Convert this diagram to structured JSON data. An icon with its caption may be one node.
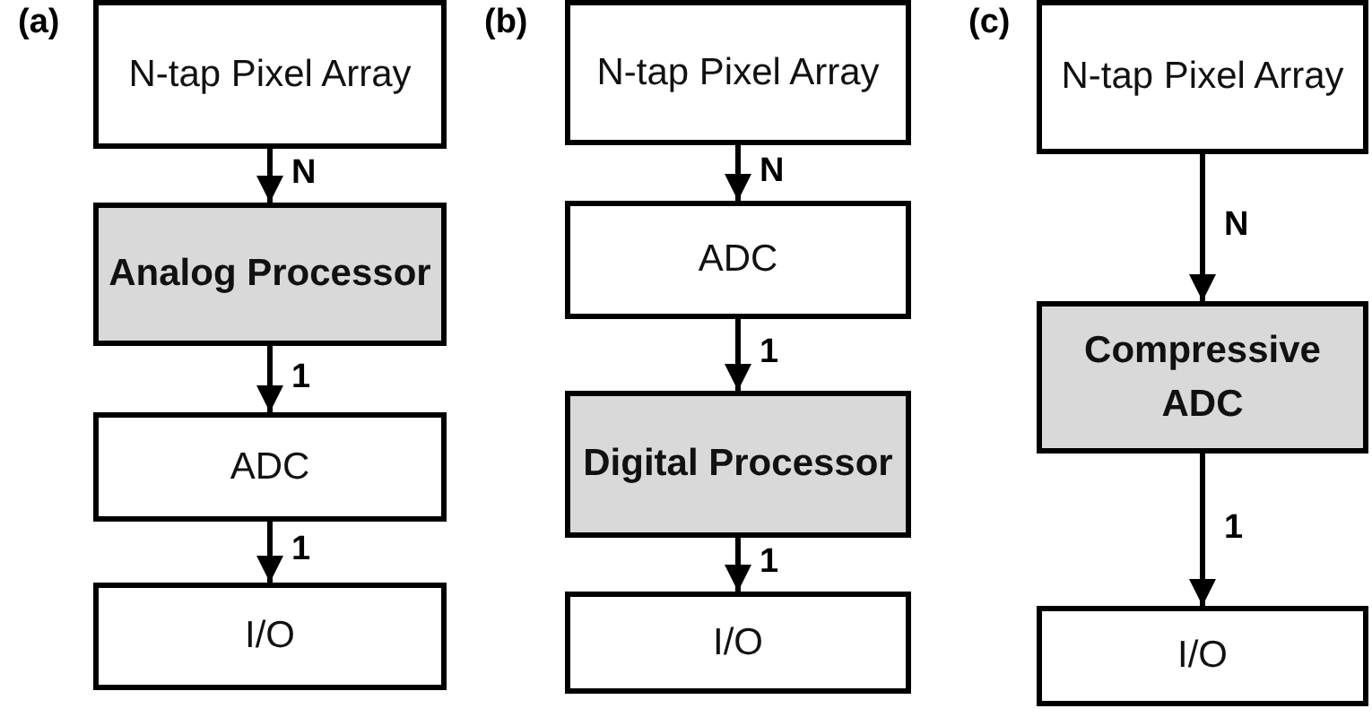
{
  "diagram": {
    "nodes": [
      {
        "text": [
          "N-tap Pixel Array"
        ]
      },
      {
        "text": [
          "Analog Processor"
        ]
      },
      {
        "text": [
          "ADC"
        ]
      },
      {
        "text": [
          "I/O"
        ]
      },
      {
        "text": [
          "N-tap Pixel Array"
        ]
      },
      {
        "text": [
          "ADC"
        ]
      },
      {
        "text": [
          "Digital Processor"
        ]
      },
      {
        "text": [
          "I/O"
        ]
      },
      {
        "text": [
          "N-tap Pixel Array"
        ]
      },
      {
        "text": [
          "Compressive ADC"
        ]
      },
      {
        "text": [
          "I/O"
        ]
      }
    ],
    "edges": [
      {
        "from": 0,
        "to": 1,
        "arrow": "to",
        "label": "N"
      },
      {
        "from": 1,
        "to": 2,
        "arrow": "to",
        "label": "1"
      },
      {
        "from": 2,
        "to": 3,
        "arrow": "to",
        "label": "1"
      },
      {
        "from": 4,
        "to": 5,
        "arrow": "to",
        "label": "N"
      },
      {
        "from": 5,
        "to": 6,
        "arrow": "to",
        "label": "1"
      },
      {
        "from": 6,
        "to": 7,
        "arrow": "to",
        "label": "1"
      },
      {
        "from": 8,
        "to": 9,
        "arrow": "to",
        "label": "N"
      },
      {
        "from": 9,
        "to": 10,
        "arrow": "to",
        "label": "1"
      }
    ],
    "labels": [
      "(a)",
      "(b)",
      "(c)"
    ]
  }
}
